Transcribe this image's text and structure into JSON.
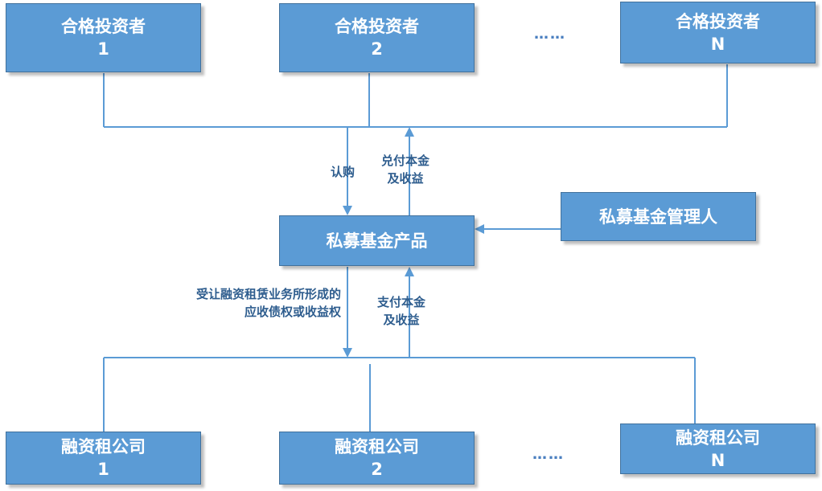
{
  "investors": [
    {
      "name": "合格投资者",
      "id": "1"
    },
    {
      "name": "合格投资者",
      "id": "2"
    },
    {
      "name": "合格投资者",
      "id": "N"
    }
  ],
  "investors_ellipsis": "……",
  "fund_product": "私募基金产品",
  "fund_manager": "私募基金管理人",
  "companies": [
    {
      "name": "融资租公司",
      "id": "1"
    },
    {
      "name": "融资租公司",
      "id": "2"
    },
    {
      "name": "融资租公司",
      "id": "N"
    }
  ],
  "companies_ellipsis": "……",
  "labels": {
    "subscribe": "认购",
    "payout_line1": "兑付本金",
    "payout_line2": "及收益",
    "transfer_line1": "受让融资租赁业务所形成的",
    "transfer_line2": "应收债权或收益权",
    "pay_line1": "支付本金",
    "pay_line2": "及收益"
  },
  "colors": {
    "box_fill": "#5b9bd5",
    "box_border": "#41719c",
    "line": "#5b9bd5",
    "label_text": "#2e5d8e"
  }
}
